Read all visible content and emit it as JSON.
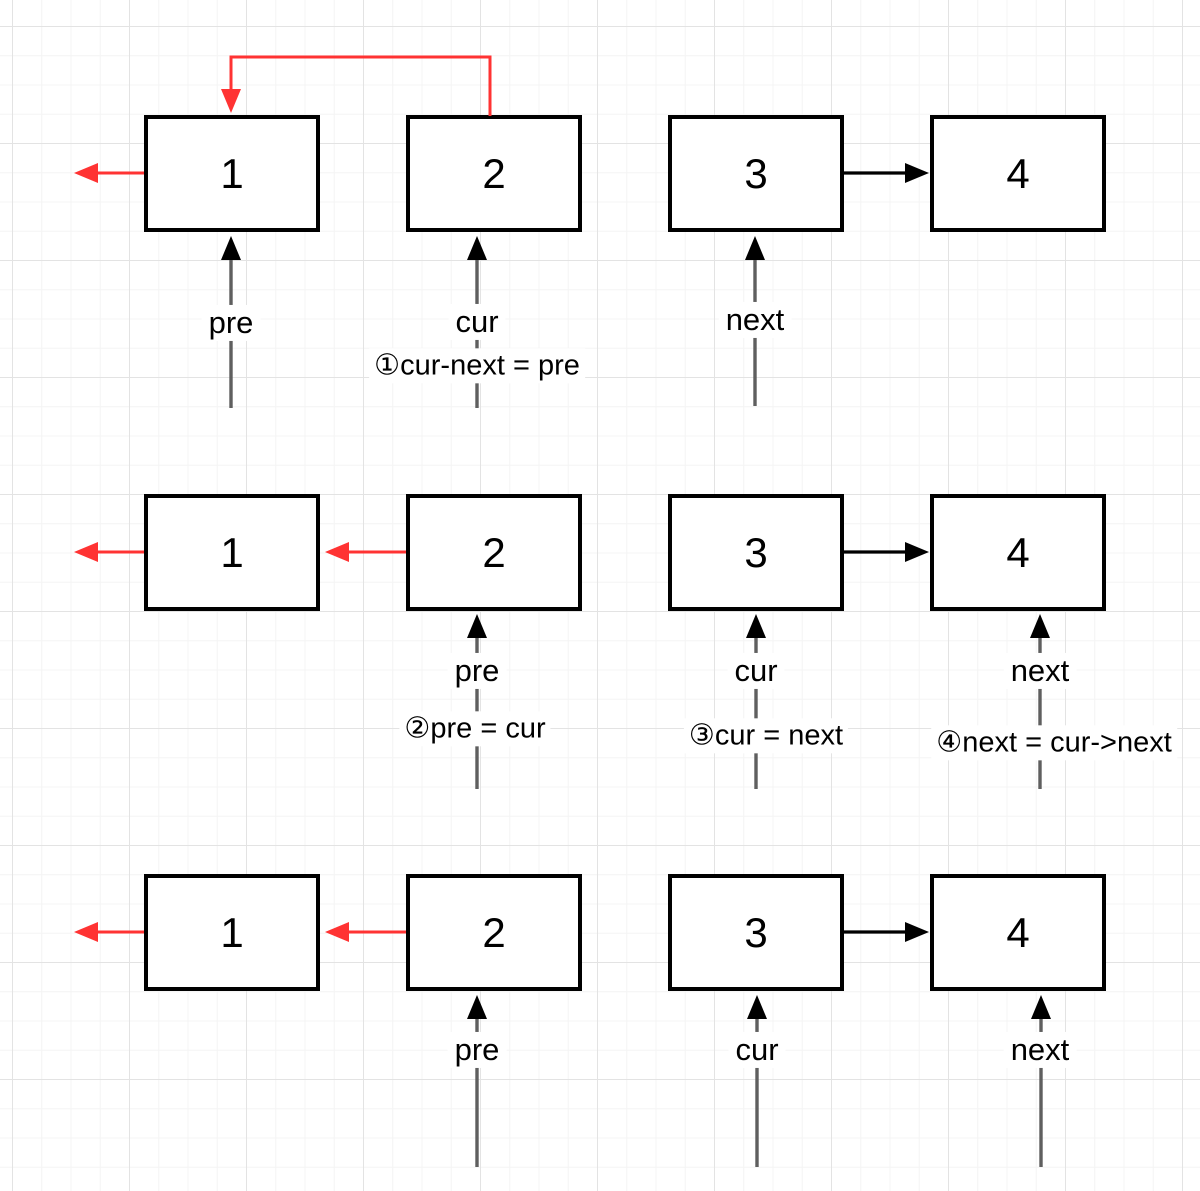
{
  "colors": {
    "accent_red": "#FF3333",
    "line_black": "#000000",
    "pointer_line_gray": "#5F5F5F",
    "grid_major": "#E3E3E3",
    "grid_minor": "#F4F4F4",
    "background": "#FFFFFF"
  },
  "rows": [
    {
      "nodes": [
        "1",
        "2",
        "3",
        "4"
      ],
      "pointers": [
        {
          "label": "pre",
          "node": "1"
        },
        {
          "label": "cur",
          "node": "2"
        },
        {
          "label": "next",
          "node": "3"
        }
      ],
      "annotations": [
        "①cur-next = pre"
      ]
    },
    {
      "nodes": [
        "1",
        "2",
        "3",
        "4"
      ],
      "pointers": [
        {
          "label": "pre",
          "node": "2"
        },
        {
          "label": "cur",
          "node": "3"
        },
        {
          "label": "next",
          "node": "4"
        }
      ],
      "annotations": [
        "②pre = cur",
        "③cur = next",
        "④next = cur->next"
      ]
    },
    {
      "nodes": [
        "1",
        "2",
        "3",
        "4"
      ],
      "pointers": [
        {
          "label": "pre",
          "node": "2"
        },
        {
          "label": "cur",
          "node": "3"
        },
        {
          "label": "next",
          "node": "4"
        }
      ],
      "annotations": []
    }
  ],
  "edges": [
    {
      "row": 1,
      "type": "elbow-arrow",
      "from": "node-2-top",
      "to": "node-1-top",
      "color": "red"
    },
    {
      "row": 1,
      "type": "arrow",
      "from": "node-1",
      "to": "off-canvas-left",
      "color": "red"
    },
    {
      "row": 1,
      "type": "arrow",
      "from": "node-3",
      "to": "node-4",
      "color": "black"
    },
    {
      "row": 2,
      "type": "arrow",
      "from": "node-2",
      "to": "node-1",
      "color": "red"
    },
    {
      "row": 2,
      "type": "arrow",
      "from": "node-1",
      "to": "off-canvas-left",
      "color": "red"
    },
    {
      "row": 2,
      "type": "arrow",
      "from": "node-3",
      "to": "node-4",
      "color": "black"
    },
    {
      "row": 3,
      "type": "arrow",
      "from": "node-2",
      "to": "node-1",
      "color": "red"
    },
    {
      "row": 3,
      "type": "arrow",
      "from": "node-1",
      "to": "off-canvas-left",
      "color": "red"
    },
    {
      "row": 3,
      "type": "arrow",
      "from": "node-3",
      "to": "node-4",
      "color": "black"
    }
  ]
}
